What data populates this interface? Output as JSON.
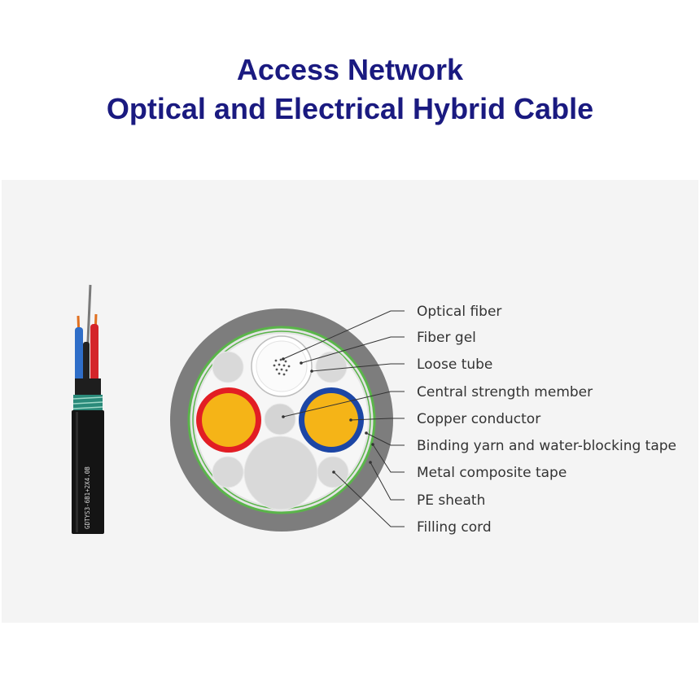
{
  "title": {
    "line1": "Access Network",
    "line2": "Optical and Electrical Hybrid Cable"
  },
  "cable_print": "GDTYS3-6B1+2X4.0B",
  "labels": [
    "Optical fiber",
    "Fiber gel",
    "Loose tube",
    "Central strength member",
    "Copper conductor",
    "Binding yarn and water-blocking tape",
    "Metal composite tape",
    "PE sheath",
    "Filling cord"
  ],
  "colors": {
    "title": "#1a1a80",
    "sheath": "#7d7d7d",
    "metal_tape": "#5ab54a",
    "copper": "#f5b417",
    "insulation_red": "#e21d24",
    "insulation_blue": "#1c46a5",
    "filler": "#d9d9d9"
  }
}
